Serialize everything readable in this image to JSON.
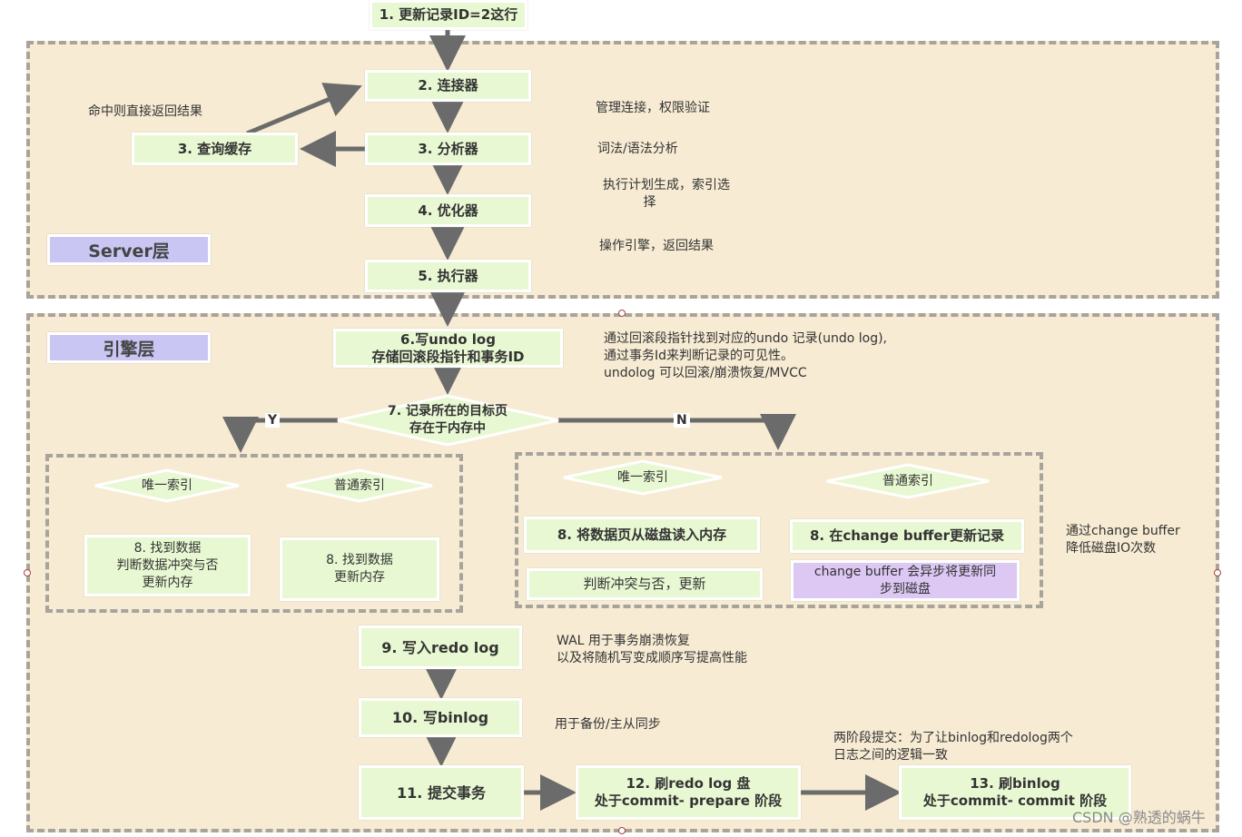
{
  "layers": {
    "server": "Server层",
    "engine": "引擎层"
  },
  "nodes": {
    "n1": "1. 更新记录ID=2这行",
    "n2": "2. 连接器",
    "n3a": "3. 查询缓存",
    "n3b": "3. 分析器",
    "n4": "4. 优化器",
    "n5": "5. 执行器",
    "n6": "6.写undo log\n存储回滚段指针和事务ID",
    "n7": "7. 记录所在的目标页\n存在于内存中",
    "y_unique": "唯一索引",
    "y_normal": "普通索引",
    "y_unique_step": "8. 找到数据\n判断数据冲突与否\n更新内存",
    "y_normal_step": "8. 找到数据\n更新内存",
    "n_unique": "唯一索引",
    "n_normal": "普通索引",
    "n_unique_step1": "8. 将数据页从磁盘读入内存",
    "n_unique_step2": "判断冲突与否，更新",
    "n_normal_step1": "8. 在change buffer更新记录",
    "n_normal_step2": "change buffer 会异步将更新同\n步到磁盘",
    "n9": "9. 写入redo log",
    "n10": "10. 写binlog",
    "n11": "11. 提交事务",
    "n12": "12. 刷redo log 盘\n处于commit- prepare 阶段",
    "n13": "13. 刷binlog\n处于commit- commit 阶段"
  },
  "branch_labels": {
    "yes": "Y",
    "no": "N"
  },
  "notes": {
    "cache_hit": "命中则直接返回结果",
    "connector": "管理连接，权限验证",
    "analyzer": "词法/语法分析",
    "optimizer": "执行计划生成，索引选\n          择",
    "executor": "操作引擎，返回结果",
    "undo": "通过回滚段指针找到对应的undo 记录(undo log),\n通过事务Id来判断记录的可见性。\nundolog 可以回滚/崩溃恢复/MVCC",
    "change_buffer": "通过change buffer\n降低磁盘IO次数",
    "redo": "WAL 用于事务崩溃恢复\n以及将随机写变成顺序写提高性能",
    "binlog": "用于备份/主从同步",
    "two_phase": "两阶段提交：为了让binlog和redolog两个\n日志之间的逻辑一致"
  },
  "watermark": "CSDN @熟透的蜗牛",
  "colors": {
    "layer_bg": "#f7ebd3",
    "node_bg": "#e8f8d2",
    "tag_bg": "#c9c6f4",
    "highlight_bg": "#dcc8f3",
    "arrow": "#6b6b6b"
  }
}
